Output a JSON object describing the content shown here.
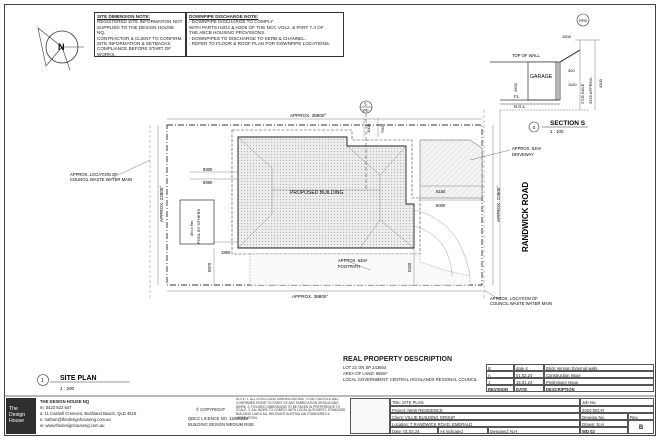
{
  "notes": {
    "site_dimension": {
      "title": "SITE DIMENSION NOTE:",
      "lines": [
        "REGISTERED SITE INFORMATION NOT",
        "SUPPLIED TO THE DESIGN HOUSE NQ.",
        "CONTRACTOR & CLIENT TO CONFIRM",
        "SITE INFORMATION & SETBACKS",
        "COMPLIANCE BEFORE START OF",
        "WORKS."
      ]
    },
    "downpipe": {
      "title": "DOWNPIPE DISCHARGE NOTE:",
      "lines": [
        "- DOWNPIPE DISCHARGE TO COMPLY",
        "  WITH PARTS H2D2 & H2D6 OF THE NCC VOL2. & PART 7.4 OF",
        "  THE ABCB HOUSING PROVISIONS.",
        "- DOWNPIPES TO DISCHARGE TO KERB & CHANNEL.",
        "- REFER TO FLOOR & ROOF PLAN FOR DOWNPIPE LOCATIONS."
      ]
    }
  },
  "north": {
    "label": "N"
  },
  "plan": {
    "approx_top": "APPROX. 38800°",
    "approx_bottom": "APPROX. 38800°",
    "approx_left": "APPROX. 22800°",
    "approx_right": "APPROX. 22800°",
    "proposed_building": "PROPOSED BUILDING",
    "pool": [
      "3m x 6m",
      "POOL BY OTHERS"
    ],
    "footpath": [
      "APPROX. 63m²",
      "FOOTPATH"
    ],
    "driveway": [
      "APPROX. 63m²",
      "DRIVEWAY"
    ],
    "waste_water_left": [
      "APPROX. LOCATION OF",
      "COUNCIL WASTE WATER MAIN"
    ],
    "waste_water_right": [
      "APPROX. LOCATION OF",
      "COUNCIL WASTE WATER MAIN"
    ],
    "road": "RANDWICK ROAD",
    "dims": {
      "d8300": "8300",
      "d8990": "8990",
      "d6150": "6150",
      "d6000": "6000",
      "d1850": "1850",
      "d5970": "5970",
      "d5320": "5320",
      "d1000": "1000",
      "d7000": "7000"
    },
    "section_marker": {
      "letter": "S",
      "sheet": "WD"
    }
  },
  "section": {
    "title": "SECTION S",
    "scale": "1 : 100",
    "label_top": "TOP OF WALL",
    "label_garage": "GARAGE",
    "label_fl": "F.L",
    "label_ngl": "N.G.L",
    "dims": [
      "1500",
      "300",
      "1100",
      "2600",
      "2705 EAVE",
      "3325 APPROX.",
      "4300"
    ],
    "rpd": "RPD"
  },
  "property": {
    "title": "REAL PROPERTY DESCRIPTION",
    "lines": [
      "LOT 22 ON SP 243664",
      "AREA OF LAND: 888m²",
      "LOCAL GOVERNMENT: CENTRAL HIGHLANDS REGIONAL COUNCIL"
    ]
  },
  "site_plan": {
    "number": "1",
    "title": "SITE PLAN",
    "scale": "1 : 200"
  },
  "company": {
    "logo": [
      "The",
      "Design",
      "House"
    ],
    "name": "THE DESIGN HOUSE NQ",
    "lines": [
      "m: 0423 823 647",
      "a: 11 Cashell Crescent, Bushland Beach, QLD 4818",
      "e: nathan@thedesignhouseng.com.au",
      "w: www.thedesignhouseng.com.au"
    ],
    "copyright": "© COPYRIGHT",
    "licence": "QBCC LICENCE NO. 15046263",
    "licence2": "BUILDING DESIGN MEDIUM RISE"
  },
  "disclaimer": "NOTE: 1. ALL LEVELS AND DIMENSIONS ARE TO BE CHECKED AND CONFIRMED PRIOR TO START OF ANY FABRICATION OR BUILDING WORK. 2. FIGURED DIMENSIONS TO BE TAKEN IN PREFERENCE TO SCALE. 3. ALL WORK TO COMPLY WITH LOCAL AUTHORITY, STANDARD BUILDING LAW & ALL RELEVANT AUSTRALIAN STANDARDS & LEGISLATION.",
  "revisions": {
    "headers": [
      "REVISION",
      "DATE",
      "DESCRIPTION"
    ],
    "rows": [
      [
        "B",
        "date 4",
        "Brick Version External walls"
      ],
      [
        "A",
        "01.02.24",
        "Construction Issue"
      ],
      [
        "1",
        "15.01.24",
        "Preliminary Issue"
      ]
    ]
  },
  "titleblock": {
    "title_label": "Title:",
    "title_value": "SITE PLAN",
    "project_label": "Project:",
    "project_value": "NEW RESIDENCE",
    "client_label": "Client:",
    "client_value": "VILLIE BUILDING GROUP",
    "location_label": "Location:",
    "location_value": "7 RANDWICK ROAD, EMERALD",
    "date_label": "Date:",
    "date_value": "01.02.24",
    "drawn_label": "Drawn:",
    "drawn_value": "N.H",
    "scale_value": "As indicated",
    "designed_label": "Designed:",
    "designed_value": "N.H",
    "job_label": "Job No.",
    "job_value": "2024-001-R",
    "drawing_label": "Drawing No.",
    "drawing_value": "WD 02",
    "rev_label": "Rev.",
    "rev_value": "B"
  }
}
